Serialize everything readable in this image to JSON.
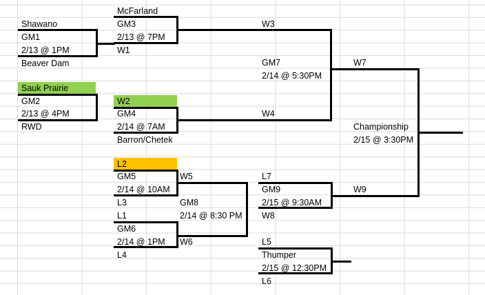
{
  "bracket": {
    "shawano": "Shawano",
    "gm1": "GM1",
    "gm1_time": "2/13 @ 1PM",
    "beaver_dam": "Beaver Dam",
    "sauk_prairie": "Sauk Prairie",
    "gm2": "GM2",
    "gm2_time": "2/13 @ 4PM",
    "rwd": "RWD",
    "mcfarland": "McFarland",
    "gm3": "GM3",
    "gm3_time": "2/13 @ 7PM",
    "w1": "W1",
    "w2": "W2",
    "gm4": "GM4",
    "gm4_time": "2/14 @ 7AM",
    "barron_chetek": "Barron/Chetek",
    "l2": "L2",
    "gm5": "GM5",
    "gm5_time": "2/14 @ 10AM",
    "l3": "L3",
    "l1": "L1",
    "gm6": "GM6",
    "gm6_time": "2/14 @ 1PM",
    "l4": "L4",
    "w5": "W5",
    "gm8": "GM8",
    "gm8_time": "2/14 @ 8:30 PM",
    "w6": "W6",
    "w3": "W3",
    "gm7": "GM7",
    "gm7_time": "2/14 @ 5:30PM",
    "w4": "W4",
    "l7": "L7",
    "gm9": "GM9",
    "gm9_time": "2/15 @ 9:30AM",
    "w8": "W8",
    "l5": "L5",
    "thumper": "Thumper",
    "thumper_time": "2/15 @ 12:30PM",
    "l6": "L6",
    "w7": "W7",
    "championship": "Championship",
    "championship_time": "2/15 @ 3:30PM",
    "w9": "W9"
  },
  "colors": {
    "highlight_green": "#92d050",
    "highlight_orange": "#ffc000",
    "gridline": "#dadcde"
  }
}
